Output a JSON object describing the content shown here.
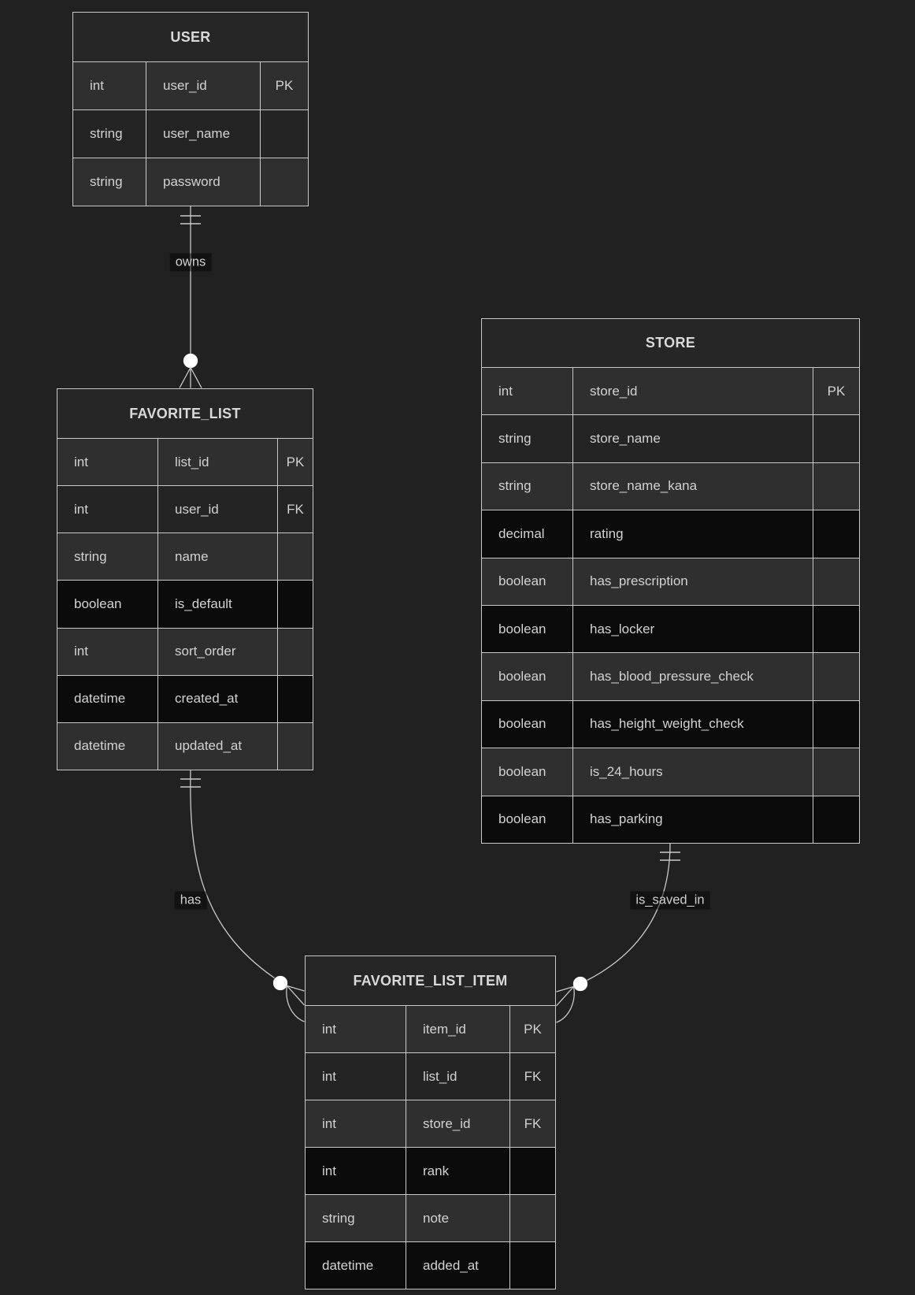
{
  "diagram": {
    "kind": "entity-relationship-diagram",
    "colors": {
      "page_bg": "#212121",
      "header_bg": "#262626",
      "row_odd_bg": "#2f2f2f",
      "row_even_first_bg": "#242424",
      "row_even_bg": "#0b0b0b",
      "border": "#c9c9c9",
      "text": "#d2d2d2",
      "line": "#c9c9c9",
      "marker_fill": "#ffffff"
    },
    "entities": [
      {
        "name": "USER",
        "rows": [
          {
            "type": "int",
            "attr": "user_id",
            "key": "PK"
          },
          {
            "type": "string",
            "attr": "user_name",
            "key": ""
          },
          {
            "type": "string",
            "attr": "password",
            "key": ""
          }
        ]
      },
      {
        "name": "FAVORITE_LIST",
        "rows": [
          {
            "type": "int",
            "attr": "list_id",
            "key": "PK"
          },
          {
            "type": "int",
            "attr": "user_id",
            "key": "FK"
          },
          {
            "type": "string",
            "attr": "name",
            "key": ""
          },
          {
            "type": "boolean",
            "attr": "is_default",
            "key": ""
          },
          {
            "type": "int",
            "attr": "sort_order",
            "key": ""
          },
          {
            "type": "datetime",
            "attr": "created_at",
            "key": ""
          },
          {
            "type": "datetime",
            "attr": "updated_at",
            "key": ""
          }
        ]
      },
      {
        "name": "STORE",
        "rows": [
          {
            "type": "int",
            "attr": "store_id",
            "key": "PK"
          },
          {
            "type": "string",
            "attr": "store_name",
            "key": ""
          },
          {
            "type": "string",
            "attr": "store_name_kana",
            "key": ""
          },
          {
            "type": "decimal",
            "attr": "rating",
            "key": ""
          },
          {
            "type": "boolean",
            "attr": "has_prescription",
            "key": ""
          },
          {
            "type": "boolean",
            "attr": "has_locker",
            "key": ""
          },
          {
            "type": "boolean",
            "attr": "has_blood_pressure_check",
            "key": ""
          },
          {
            "type": "boolean",
            "attr": "has_height_weight_check",
            "key": ""
          },
          {
            "type": "boolean",
            "attr": "is_24_hours",
            "key": ""
          },
          {
            "type": "boolean",
            "attr": "has_parking",
            "key": ""
          }
        ]
      },
      {
        "name": "FAVORITE_LIST_ITEM",
        "rows": [
          {
            "type": "int",
            "attr": "item_id",
            "key": "PK"
          },
          {
            "type": "int",
            "attr": "list_id",
            "key": "FK"
          },
          {
            "type": "int",
            "attr": "store_id",
            "key": "FK"
          },
          {
            "type": "int",
            "attr": "rank",
            "key": ""
          },
          {
            "type": "string",
            "attr": "note",
            "key": ""
          },
          {
            "type": "datetime",
            "attr": "added_at",
            "key": ""
          }
        ]
      }
    ],
    "relationships": [
      {
        "label": "owns",
        "from": "USER",
        "to": "FAVORITE_LIST",
        "from_cardinality": "one-and-only-one",
        "to_cardinality": "zero-or-many"
      },
      {
        "label": "has",
        "from": "FAVORITE_LIST",
        "to": "FAVORITE_LIST_ITEM",
        "from_cardinality": "one-and-only-one",
        "to_cardinality": "zero-or-many"
      },
      {
        "label": "is_saved_in",
        "from": "STORE",
        "to": "FAVORITE_LIST_ITEM",
        "from_cardinality": "one-and-only-one",
        "to_cardinality": "zero-or-many"
      }
    ]
  }
}
